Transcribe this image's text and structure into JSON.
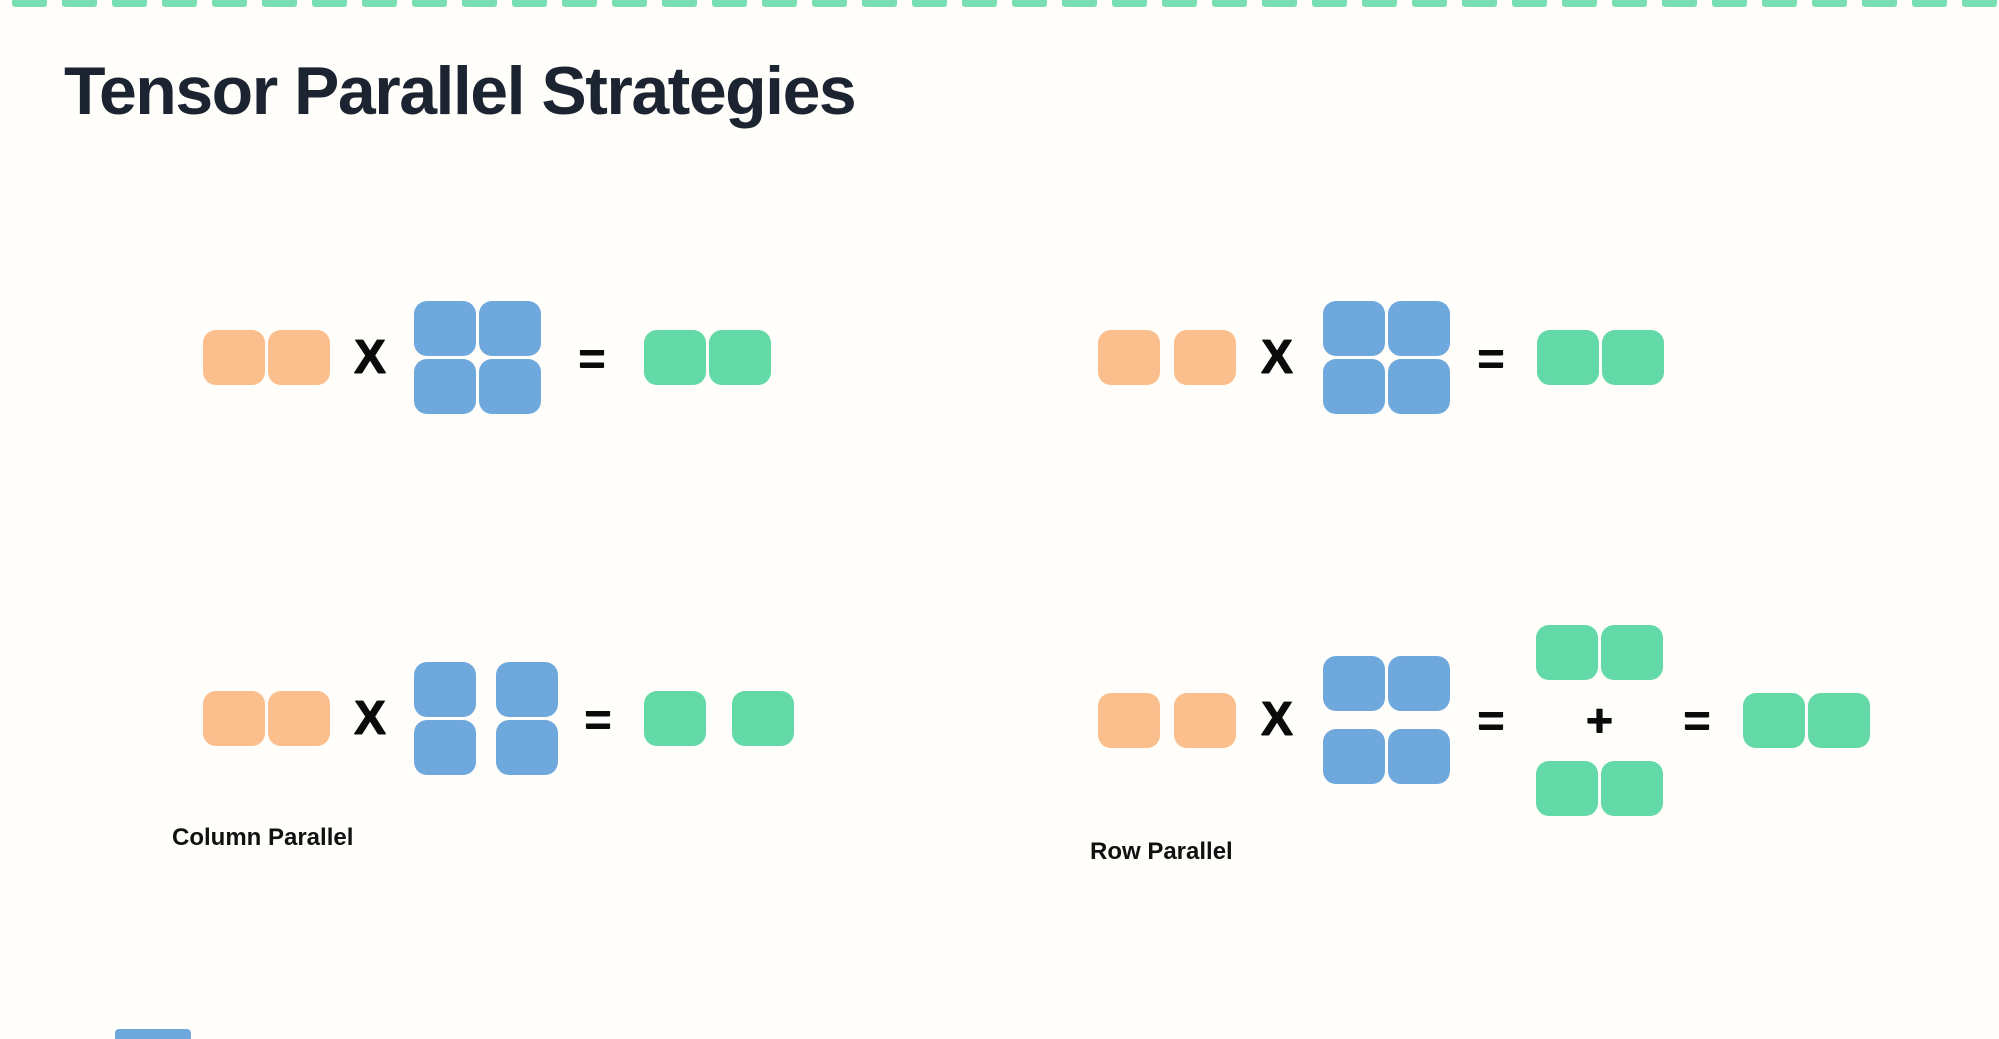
{
  "title": {
    "text": "Tensor Parallel Strategies",
    "color": "#1B2430"
  },
  "colors": {
    "background": "#FFFEFA",
    "input_vector": "#FBBE8D",
    "weight_matrix": "#6FA8DC",
    "output_vector": "#62D9A6",
    "operator": "#0B0B0B",
    "label": "#111111"
  },
  "operators": {
    "multiply": "X",
    "equals": "=",
    "plus": "+"
  },
  "decorations": {
    "top_strip": {
      "shape": "row-of-cutoff-squares",
      "count": 40,
      "color": "#62D9A6"
    },
    "bottom_left_bar": {
      "shape": "cutoff-bar",
      "color": "#6FA8DC"
    }
  },
  "diagrams": {
    "top_left": {
      "label": "",
      "equation": "input vector (1x2, joined) X weight matrix (2x2, joined) = output vector (1x2, joined)"
    },
    "top_right": {
      "label": "",
      "equation": "input vector (1x2, split) X weight matrix (2x2, joined) = output vector (1x2, joined)"
    },
    "bottom_left": {
      "label": "Column Parallel",
      "equation": "input vector (1x2, joined) X weight matrix (2x2, split by columns) = output vector (1x2, split)"
    },
    "bottom_right": {
      "label": "Row Parallel",
      "equation": "input vector (1x2, split) X weight matrix (2x2, split by rows) = partial output (1x2) + partial output (1x2) = output vector (1x2, joined)"
    }
  }
}
